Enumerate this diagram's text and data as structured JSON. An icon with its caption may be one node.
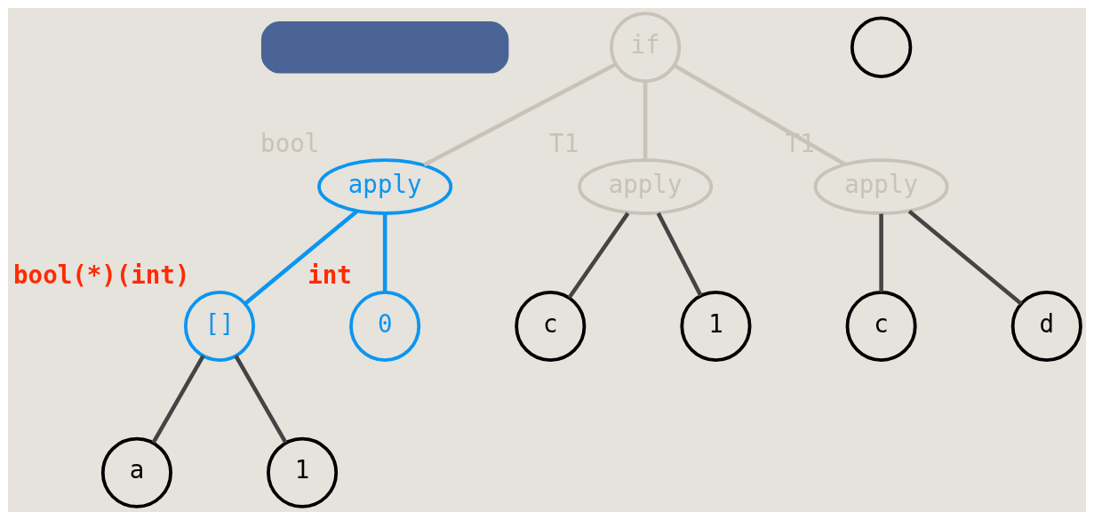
{
  "diagram": {
    "nodes": [
      {
        "text": [
          "if"
        ]
      },
      {
        "text": [
          "apply"
        ],
        "beside": [
          "bool"
        ]
      },
      {
        "text": [
          "[]"
        ],
        "beside": [
          "bool(*)(int)"
        ]
      },
      {
        "text": [
          "0"
        ],
        "beside": [
          "int"
        ]
      },
      {
        "text": [
          "a"
        ]
      },
      {
        "text": [
          "1"
        ]
      },
      {
        "text": [
          "apply"
        ],
        "beside": [
          "T1"
        ]
      },
      {
        "text": [
          "c"
        ]
      },
      {
        "text": [
          "1"
        ]
      },
      {
        "text": [
          "apply"
        ],
        "beside": [
          "T1"
        ]
      },
      {
        "text": [
          "c"
        ]
      },
      {
        "text": [
          "d"
        ]
      },
      {
        "text": [],
        "shape": "callout"
      },
      {
        "text": [],
        "shape": "circle"
      }
    ],
    "edges": [
      {
        "from": 0,
        "to": 1,
        "arrow": "none",
        "color": "#c8c2b8"
      },
      {
        "from": 0,
        "to": 6,
        "arrow": "none",
        "color": "#c8c2b8"
      },
      {
        "from": 0,
        "to": 9,
        "arrow": "none",
        "color": "#c8c2b8"
      },
      {
        "from": 1,
        "to": 2,
        "arrow": "none",
        "color": "#0a96f0"
      },
      {
        "from": 1,
        "to": 3,
        "arrow": "none",
        "color": "#0a96f0"
      },
      {
        "from": 2,
        "to": 4,
        "arrow": "none"
      },
      {
        "from": 2,
        "to": 5,
        "arrow": "none"
      },
      {
        "from": 6,
        "to": 7,
        "arrow": "none"
      },
      {
        "from": 6,
        "to": 8,
        "arrow": "none"
      },
      {
        "from": 9,
        "to": 10,
        "arrow": "none"
      },
      {
        "from": 9,
        "to": 11,
        "arrow": "none"
      }
    ]
  }
}
